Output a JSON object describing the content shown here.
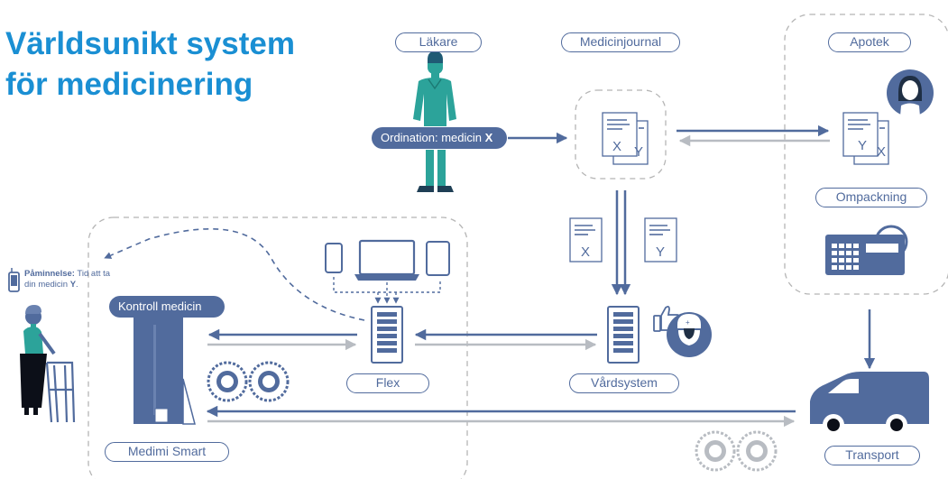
{
  "title_line1": "Världsunikt system",
  "title_line2": "för medicinering",
  "labels": {
    "lakare": "Läkare",
    "medicinjournal": "Medicinjournal",
    "apotek": "Apotek",
    "ompackning": "Ompackning",
    "flex": "Flex",
    "vardsystem": "Vårdsystem",
    "medimi_smart": "Medimi Smart",
    "transport": "Transport"
  },
  "ordination": {
    "prefix": "Ordination: medicin ",
    "drug": "X"
  },
  "kontroll": "Kontroll medicin",
  "reminder": {
    "bold": "Påminnelse:",
    "text": " Tid att ta din medicin ",
    "drug": "Y",
    "end": "."
  },
  "doc_letters": {
    "x": "X",
    "y": "Y"
  },
  "colors": {
    "accent_blue": "#1a8fd3",
    "navy": "#516b9d",
    "teal": "#2ca39a",
    "gray_arrow": "#b8bcc2",
    "dashed_border": "#b5b5b5"
  },
  "icons": [
    "doctor-icon",
    "document-icon",
    "pharmacist-icon",
    "packaging-machine-icon",
    "phone-icon",
    "laptop-icon",
    "tablet-icon",
    "server-icon",
    "thumbs-up-icon",
    "nurse-icon",
    "dispenser-icon",
    "tape-roll-icon",
    "van-icon",
    "elderly-woman-icon",
    "mobile-phone-icon"
  ]
}
